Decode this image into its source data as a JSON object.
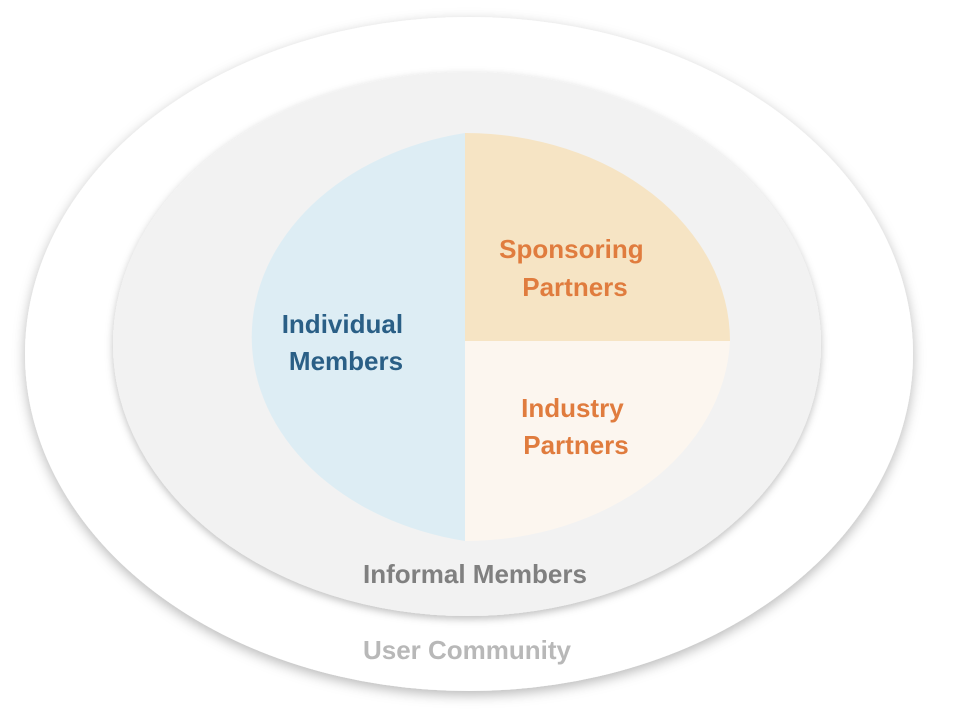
{
  "diagram": {
    "outer_ring": {
      "label": "User Community",
      "fill": "#ffffff",
      "text_color": "#b8b8b8"
    },
    "middle_ring": {
      "label": "Informal Members",
      "fill": "#f2f2f2",
      "text_color": "#808080"
    },
    "core": {
      "individual": {
        "line1": "Individual",
        "line2": "Members",
        "fill": "#ddedf4",
        "text_color": "#2a5f86"
      },
      "sponsoring": {
        "line1": "Sponsoring",
        "line2": "Partners",
        "fill": "#f6e4c4",
        "text_color": "#e07c3e"
      },
      "industry": {
        "line1": "Industry",
        "line2": "Partners",
        "fill": "#fcf6ef",
        "text_color": "#e07c3e"
      }
    }
  }
}
